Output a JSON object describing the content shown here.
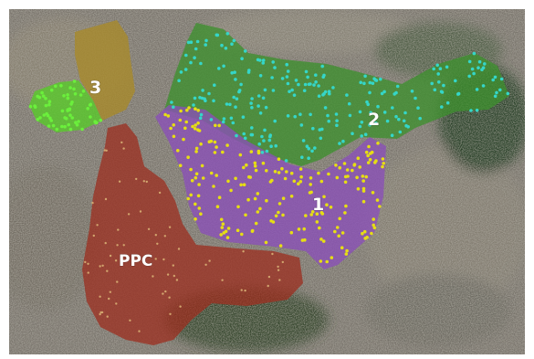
{
  "map": {
    "labels": {
      "ppc": "PPC",
      "zone_1": "1",
      "zone_2": "2",
      "zone_3": "3"
    },
    "colors": {
      "ppc_fill": "#9c2e1f",
      "zone_1_fill": "#8a4fb8",
      "zone_2_fill": "#3d8f2e",
      "zone_3_fill": "#a8892a",
      "zone_3_left_fill": "#59c92a",
      "zone_1_points": "#e6de14",
      "zone_2_points": "#35d6c8",
      "zone_3_points": "#6bef3c",
      "ppc_points": "#d2a56e"
    }
  }
}
